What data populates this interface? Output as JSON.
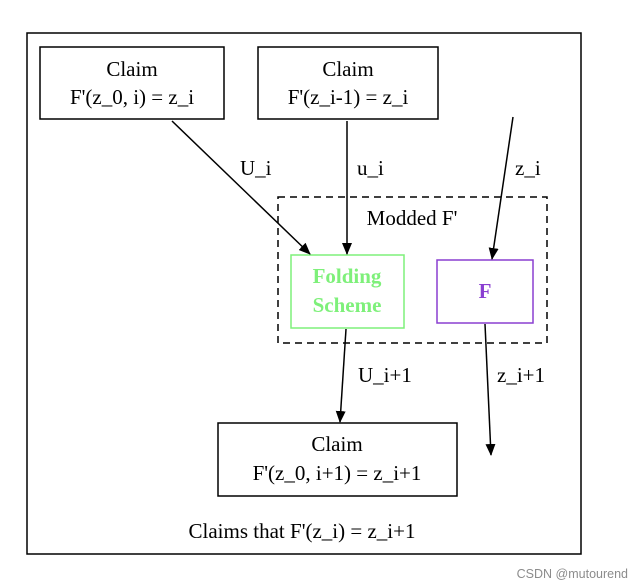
{
  "nodes": {
    "claim_start": {
      "line1": "Claim",
      "line2": "F'(z_0, i) = z_i"
    },
    "claim_prev": {
      "line1": "Claim",
      "line2": "F'(z_i-1) = z_i"
    },
    "folding": {
      "line1": "Folding",
      "line2": "Scheme",
      "color": "#7ef07a"
    },
    "f": {
      "label": "F",
      "color": "#8a3fd1"
    },
    "claim_next": {
      "line1": "Claim",
      "line2": "F'(z_0, i+1) = z_i+1"
    }
  },
  "edges": {
    "U_i": "U_i",
    "u_i": "u_i",
    "z_i": "z_i",
    "U_i1": "U_i+1",
    "z_i1": "z_i+1"
  },
  "clusters": {
    "modded": "Modded F'",
    "outer": "Claims that F'(z_i) = z_i+1"
  },
  "watermark": "CSDN @mutourend"
}
